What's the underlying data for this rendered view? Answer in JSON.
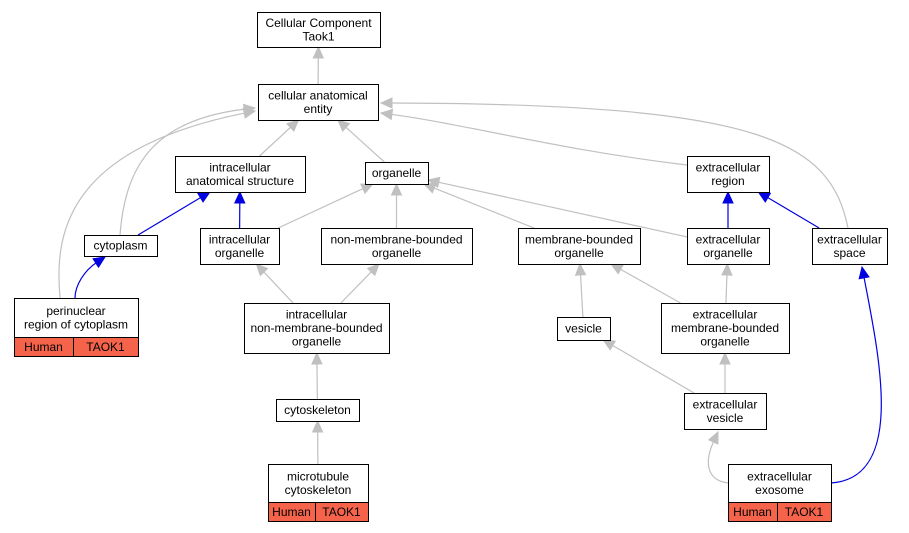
{
  "nodes": [
    {
      "id": "cc",
      "lines": [
        "Cellular Component",
        "Taok1"
      ]
    },
    {
      "id": "cae",
      "lines": [
        "cellular anatomical",
        "entity"
      ]
    },
    {
      "id": "ias",
      "lines": [
        "intracellular",
        "anatomical structure"
      ]
    },
    {
      "id": "org",
      "lines": [
        "organelle"
      ]
    },
    {
      "id": "exr",
      "lines": [
        "extracellular",
        "region"
      ]
    },
    {
      "id": "cyto",
      "lines": [
        "cytoplasm"
      ]
    },
    {
      "id": "io",
      "lines": [
        "intracellular",
        "organelle"
      ]
    },
    {
      "id": "nmbo",
      "lines": [
        "non-membrane-bounded",
        "organelle"
      ]
    },
    {
      "id": "mbo",
      "lines": [
        "membrane-bounded",
        "organelle"
      ]
    },
    {
      "id": "exo",
      "lines": [
        "extracellular",
        "organelle"
      ]
    },
    {
      "id": "exs",
      "lines": [
        "extracellular",
        "space"
      ]
    },
    {
      "id": "peri",
      "lines": [
        "perinuclear",
        "region of cytoplasm"
      ]
    },
    {
      "id": "inmbo",
      "lines": [
        "intracellular",
        "non-membrane-bounded",
        "organelle"
      ]
    },
    {
      "id": "ves",
      "lines": [
        "vesicle"
      ]
    },
    {
      "id": "exmbo",
      "lines": [
        "extracellular",
        "membrane-bounded",
        "organelle"
      ]
    },
    {
      "id": "csk",
      "lines": [
        "cytoskeleton"
      ]
    },
    {
      "id": "exv",
      "lines": [
        "extracellular",
        "vesicle"
      ]
    },
    {
      "id": "mtc",
      "lines": [
        "microtubule",
        "cytoskeleton"
      ]
    },
    {
      "id": "exom",
      "lines": [
        "extracellular",
        "exosome"
      ]
    }
  ],
  "annotations": [
    {
      "node": "peri",
      "species": "Human",
      "gene": "TAOK1"
    },
    {
      "node": "mtc",
      "species": "Human",
      "gene": "TAOK1"
    },
    {
      "node": "exom",
      "species": "Human",
      "gene": "TAOK1"
    }
  ],
  "edges": [
    {
      "from": "cae",
      "to": "cc",
      "color": "gray"
    },
    {
      "from": "ias",
      "to": "cae",
      "color": "gray"
    },
    {
      "from": "org",
      "to": "cae",
      "color": "gray"
    },
    {
      "from": "exr",
      "to": "cae",
      "color": "gray"
    },
    {
      "from": "cyto",
      "to": "cae",
      "color": "gray"
    },
    {
      "from": "peri",
      "to": "cae",
      "color": "gray"
    },
    {
      "from": "exs",
      "to": "cae",
      "color": "gray"
    },
    {
      "from": "cyto",
      "to": "ias",
      "color": "blue"
    },
    {
      "from": "io",
      "to": "ias",
      "color": "blue"
    },
    {
      "from": "io",
      "to": "org",
      "color": "gray"
    },
    {
      "from": "nmbo",
      "to": "org",
      "color": "gray"
    },
    {
      "from": "mbo",
      "to": "org",
      "color": "gray"
    },
    {
      "from": "exo",
      "to": "org",
      "color": "gray"
    },
    {
      "from": "exo",
      "to": "exr",
      "color": "blue"
    },
    {
      "from": "exs",
      "to": "exr",
      "color": "blue"
    },
    {
      "from": "peri",
      "to": "cyto",
      "color": "blue"
    },
    {
      "from": "inmbo",
      "to": "io",
      "color": "gray"
    },
    {
      "from": "inmbo",
      "to": "nmbo",
      "color": "gray"
    },
    {
      "from": "ves",
      "to": "mbo",
      "color": "gray"
    },
    {
      "from": "exmbo",
      "to": "mbo",
      "color": "gray"
    },
    {
      "from": "exmbo",
      "to": "exo",
      "color": "gray"
    },
    {
      "from": "csk",
      "to": "inmbo",
      "color": "gray"
    },
    {
      "from": "exv",
      "to": "ves",
      "color": "gray"
    },
    {
      "from": "exv",
      "to": "exmbo",
      "color": "gray"
    },
    {
      "from": "mtc",
      "to": "csk",
      "color": "gray"
    },
    {
      "from": "exom",
      "to": "exv",
      "color": "gray"
    },
    {
      "from": "exom",
      "to": "exs",
      "color": "blue"
    }
  ]
}
